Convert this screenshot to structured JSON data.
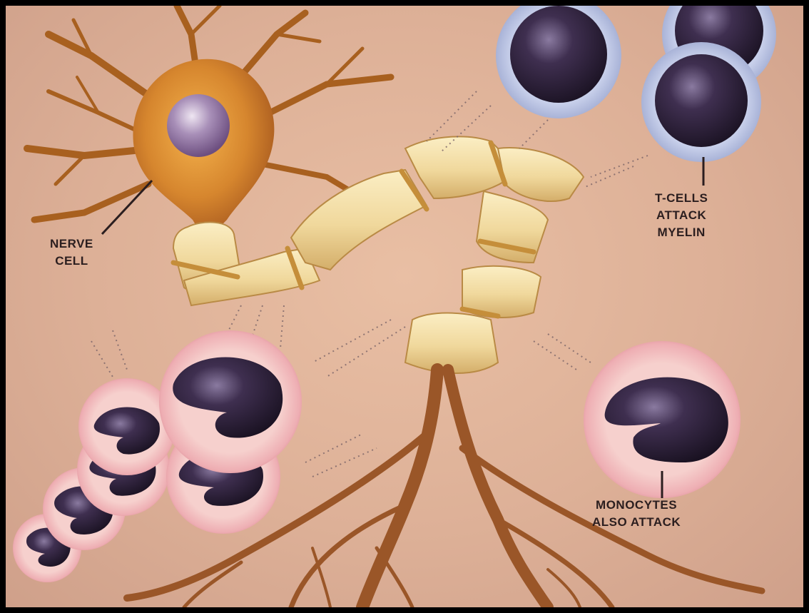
{
  "labels": {
    "nerve_cell": [
      "NERVE",
      "CELL"
    ],
    "t_cells": [
      "T-CELLS",
      "ATTACK",
      "MYELIN"
    ],
    "monocytes": [
      "MONOCYTES",
      "ALSO ATTACK"
    ]
  },
  "colors": {
    "background": "#ddb097",
    "nerve_body": "#d6862e",
    "myelin": "#f3dba0",
    "axon": "#9a5628",
    "t_cell_membrane": "#b9c3e2",
    "monocyte_membrane": "#f0b3b5",
    "nucleus": "#2c1f36",
    "label_text": "#2b1e1f"
  }
}
